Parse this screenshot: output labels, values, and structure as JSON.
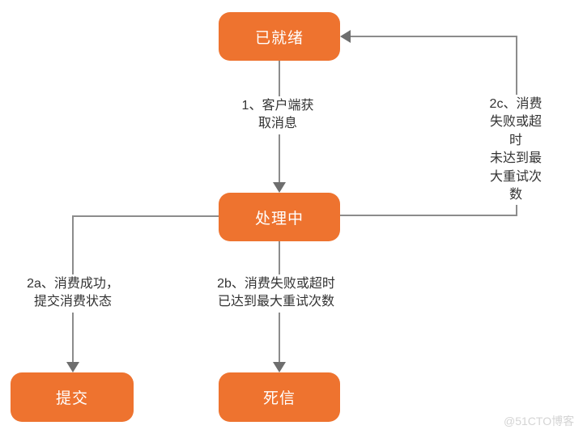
{
  "nodes": {
    "ready": {
      "label": "已就绪"
    },
    "processing": {
      "label": "处理中"
    },
    "commit": {
      "label": "提交"
    },
    "dead_letter": {
      "label": "死信"
    }
  },
  "edges": {
    "fetch_message": {
      "label": "1、客户端获\n取消息",
      "from": "已就绪",
      "to": "处理中"
    },
    "retry": {
      "label": "2c、消费失败或超时\n未达到最大重试次数",
      "from": "处理中",
      "to": "已就绪"
    },
    "consume_success": {
      "label": "2a、消费成功，\n提交消费状态",
      "from": "处理中",
      "to": "提交"
    },
    "max_retry_reached": {
      "label": "2b、消费失败或超时\n已达到最大重试次数",
      "from": "处理中",
      "to": "死信"
    }
  },
  "watermark": {
    "text": "@51CTO博客"
  },
  "colors": {
    "node_fill": "#EE732F",
    "node_text": "#FFFFFF",
    "line": "#8C8C8C",
    "arrow": "#6E6E6E",
    "label_text": "#333333",
    "watermark": "#D4D4D4",
    "background": "#FFFFFF"
  }
}
